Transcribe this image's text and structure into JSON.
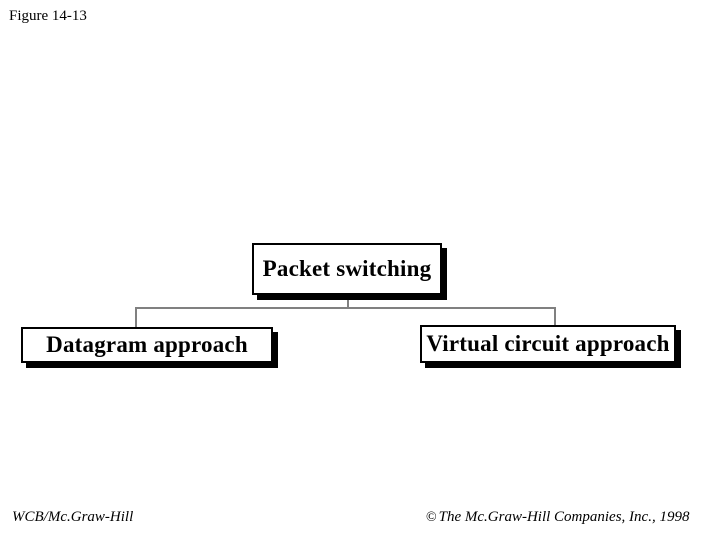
{
  "figure": {
    "label": "Figure 14-13"
  },
  "diagram": {
    "type": "tree",
    "root": {
      "id": "packet-switching",
      "label": "Packet switching"
    },
    "children": [
      {
        "id": "datagram-approach",
        "label": "Datagram approach"
      },
      {
        "id": "virtual-circuit-approach",
        "label": "Virtual circuit approach"
      }
    ],
    "style": {
      "box_border_color": "#000000",
      "box_fill_color": "#ffffff",
      "box_shadow_color": "#000000",
      "connector_color": "#808080",
      "text_color": "#000000"
    }
  },
  "footer": {
    "left": "WCB/Mc.Graw-Hill",
    "copyright_symbol": "©",
    "right": "The Mc.Graw-Hill Companies, Inc., 1998"
  }
}
